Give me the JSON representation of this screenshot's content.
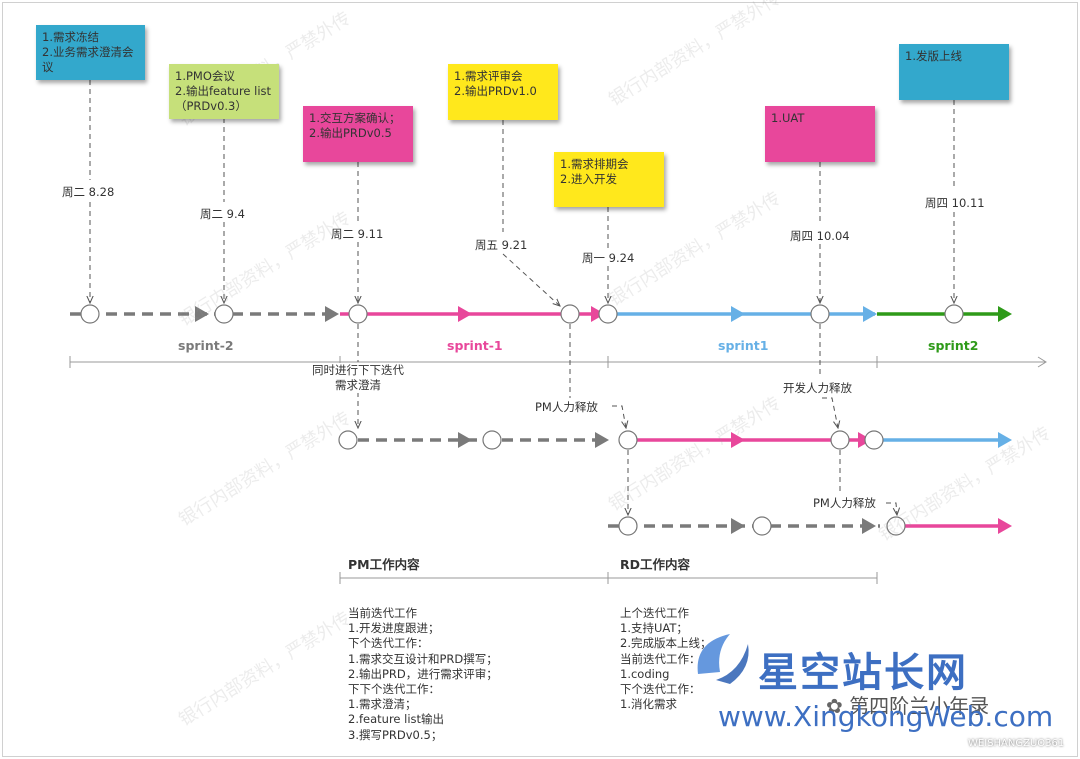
{
  "notes": [
    {
      "id": "n1",
      "text": "1.需求冻结\n2.业务需求澄清会议",
      "color": "#33a8cc"
    },
    {
      "id": "n2",
      "text": "1.PMO会议\n2.输出feature list（PRDv0.3）",
      "color": "#c6e07a"
    },
    {
      "id": "n3",
      "text": "1.交互方案确认；\n2.输出PRDv0.5",
      "color": "#e8479b"
    },
    {
      "id": "n4",
      "text": "1.需求评审会\n2.输出PRDv1.0",
      "color": "#ffe81c"
    },
    {
      "id": "n5",
      "text": "1.需求排期会\n2.进入开发",
      "color": "#ffe81c"
    },
    {
      "id": "n6",
      "text": "1.UAT",
      "color": "#e8479b"
    },
    {
      "id": "n7",
      "text": "1.发版上线",
      "color": "#33a8cc"
    }
  ],
  "dates": [
    "周二 8.28",
    "周二 9.4",
    "周二 9.11",
    "周五 9.21",
    "周一 9.24",
    "周四 10.04",
    "周四 10.11"
  ],
  "sprints": [
    {
      "label": "sprint-2",
      "color": "#7a7a7a"
    },
    {
      "label": "sprint-1",
      "color": "#e8479b"
    },
    {
      "label": "sprint1",
      "color": "#66b0e6"
    },
    {
      "label": "sprint2",
      "color": "#2e9a19"
    }
  ],
  "annotations": {
    "parallel": "同时进行下下迭代需求澄清",
    "pm_release_1": "PM人力释放",
    "dev_release": "开发人力释放",
    "pm_release_2": "PM人力释放"
  },
  "pm_work": {
    "title": "PM工作内容",
    "body": "当前迭代工作\n1.开发进度跟进；\n下个迭代工作：\n1.需求交互设计和PRD撰写；\n2.输出PRD，进行需求评审；\n下下个迭代工作：\n1.需求澄清；\n2.feature list输出\n3.撰写PRDv0.5；"
  },
  "rd_work": {
    "title": "RD工作内容",
    "body": "上个迭代工作\n1.支持UAT；\n2.完成版本上线；\n当前迭代工作：\n1.coding\n下个迭代工作：\n1.消化需求"
  },
  "colors": {
    "gray": "#7a7a7a",
    "pink": "#e8479b",
    "blue": "#66b0e6",
    "green": "#2e9a19"
  },
  "watermarks": {
    "repeat_text": "银行内部资料，严禁外传",
    "logo": "星空站长网",
    "url": "www.XingkongWeb.com",
    "wechat": "第四阶兰小年录",
    "id": "WEISHANGZUO361"
  }
}
